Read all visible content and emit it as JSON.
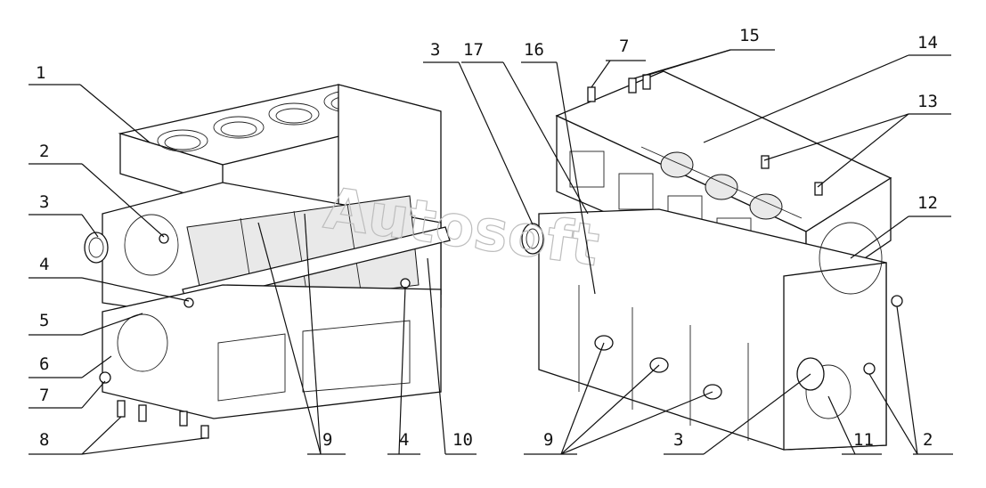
{
  "watermark": "Autosoft",
  "callouts_left": {
    "c1": "1",
    "c2": "2",
    "c3": "3",
    "c4a": "4",
    "c5": "5",
    "c6": "6",
    "c7": "7",
    "c8": "8",
    "c9": "9",
    "c4b": "4",
    "c10": "10"
  },
  "callouts_right": {
    "c3a": "3",
    "c17": "17",
    "c16": "16",
    "c7": "7",
    "c15": "15",
    "c14": "14",
    "c13": "13",
    "c12": "12",
    "c9": "9",
    "c3b": "3",
    "c11": "11",
    "c2": "2"
  }
}
